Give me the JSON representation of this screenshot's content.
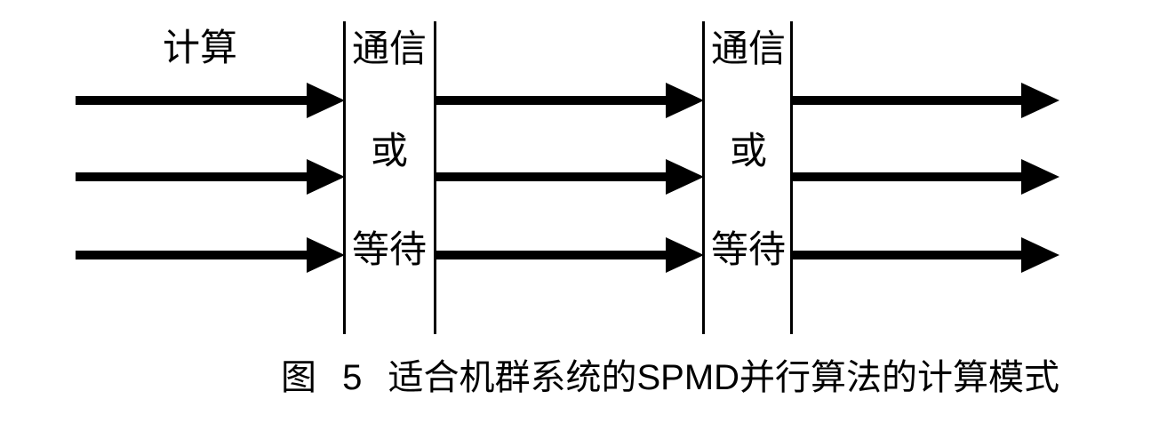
{
  "figure": {
    "background_color": "#ffffff",
    "ink_color": "#000000",
    "labels": {
      "compute": "计算",
      "communication": "通信",
      "or": "或",
      "wait": "等待"
    },
    "caption": "图 5 适合机群系统的SPMD并行算法的计算模式",
    "structure": {
      "type": "timeline-flow-diagram",
      "process_rows": 3,
      "compute_segments_per_row": 3,
      "barrier_regions": 2,
      "barrier_label_stack": [
        "通信",
        "或",
        "等待"
      ],
      "arrow_direction": "right"
    }
  }
}
